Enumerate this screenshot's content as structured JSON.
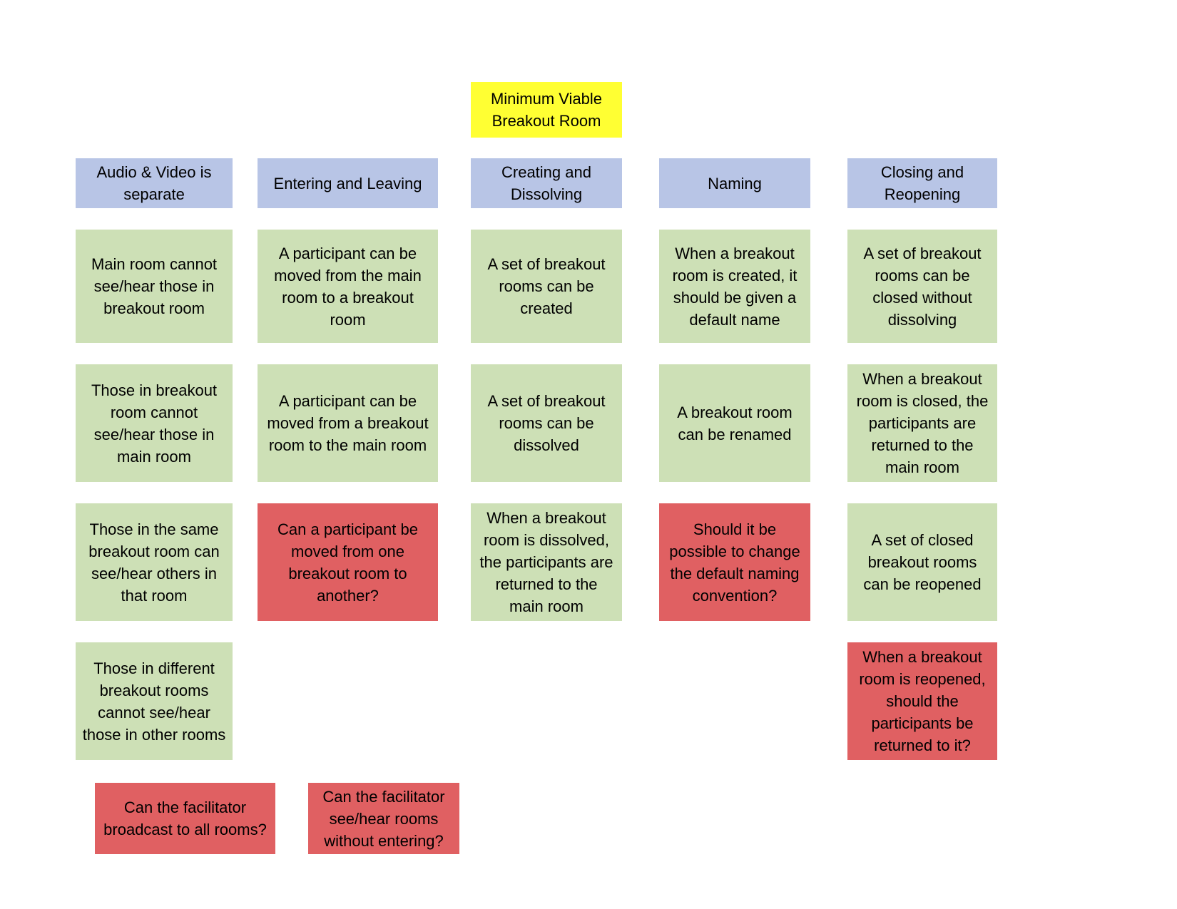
{
  "title": "Minimum Viable Breakout Room",
  "colors": {
    "title": "#ffff33",
    "header": "#b8c5e6",
    "requirement": "#cde0b6",
    "question": "#e06062"
  },
  "columns": [
    {
      "header": "Audio & Video is separate",
      "notes": [
        "Main room cannot see/hear those in breakout room",
        "Those in breakout room cannot see/hear those in main room",
        "Those in the same breakout room can see/hear others in that room",
        "Those in different breakout rooms cannot see/hear those in other rooms"
      ]
    },
    {
      "header": "Entering and Leaving",
      "notes": [
        "A participant can be moved from the main room to a breakout room",
        "A participant can be moved from a breakout room to the main room",
        "Can a participant be moved from one breakout room to another?"
      ]
    },
    {
      "header": "Creating and Dissolving",
      "notes": [
        "A set of breakout rooms can be created",
        "A set of breakout rooms can be dissolved",
        "When a breakout room is dissolved, the participants are returned to the main room"
      ]
    },
    {
      "header": "Naming",
      "notes": [
        "When a breakout room is created, it should be given a default name",
        "A breakout room can be renamed",
        "Should it be possible to change the default naming convention?"
      ]
    },
    {
      "header": "Closing and Reopening",
      "notes": [
        "A set of breakout rooms can be closed without dissolving",
        "When a breakout room is closed, the participants are returned to the main room",
        "A set of closed breakout rooms can be reopened",
        "When a breakout room is reopened, should the participants be returned to it?"
      ]
    }
  ],
  "loose_questions": [
    "Can the facilitator broadcast to all rooms?",
    "Can the facilitator see/hear rooms without entering?"
  ]
}
